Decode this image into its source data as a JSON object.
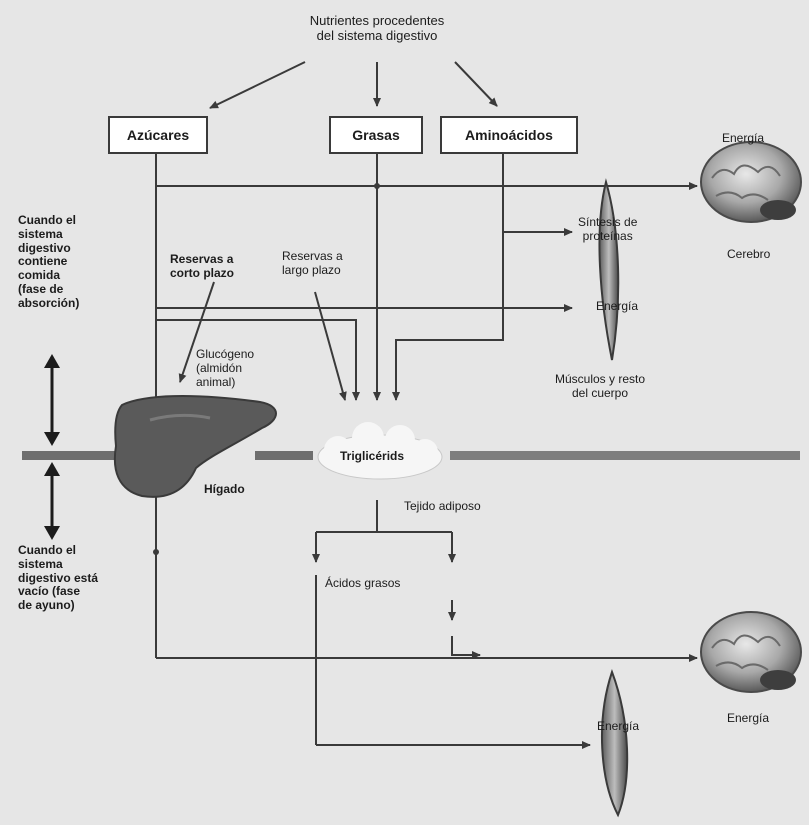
{
  "header": {
    "nutrients_line1": "Nutrientes procedentes",
    "nutrients_line2": "del sistema digestivo"
  },
  "boxes": {
    "sugars": "Azúcares",
    "fats": "Grasas",
    "amino_acids": "Aminoácidos"
  },
  "labels": {
    "energy_brain_top": "Energía",
    "brain": "Cerebro",
    "protein_synthesis_line1": "Síntesis de",
    "protein_synthesis_line2": "proteínas",
    "energy_muscle_top": "Energía",
    "short_term_line1": "Reservas a",
    "short_term_line2": "corto plazo",
    "long_term_line1": "Reservas a",
    "long_term_line2": "largo plazo",
    "glycogen_line1": "Glucógeno",
    "glycogen_line2": "(almidón",
    "glycogen_line3": "animal)",
    "muscles_line1": "Músculos y resto",
    "muscles_line2": "del cuerpo",
    "triglycerides": "Triglicérids",
    "liver": "Hígado",
    "adipose": "Tejido adiposo",
    "fatty_acids": "Ácidos grasos",
    "energy_brain_bottom": "Energía",
    "energy_muscle_bottom": "Energía"
  },
  "phases": {
    "absorption_line1": "Cuando el",
    "absorption_line2": "sistema",
    "absorption_line3": "digestivo",
    "absorption_line4": "contiene",
    "absorption_line5": "comida",
    "absorption_line6": "(fase de",
    "absorption_line7": "absorción)",
    "fasting_line1": "Cuando el",
    "fasting_line2": "sistema",
    "fasting_line3": "digestivo está",
    "fasting_line4": "vacío (fase",
    "fasting_line5": "de ayuno)"
  },
  "colors": {
    "background": "#e6e6e6",
    "line": "#3a3a3a",
    "liver": "#5a5a5a",
    "brain": "#9a9a9a",
    "divider": "#6e6e6e"
  },
  "icons": [
    "brain-icon",
    "liver-icon",
    "muscle-icon",
    "fat-cloud-icon"
  ]
}
